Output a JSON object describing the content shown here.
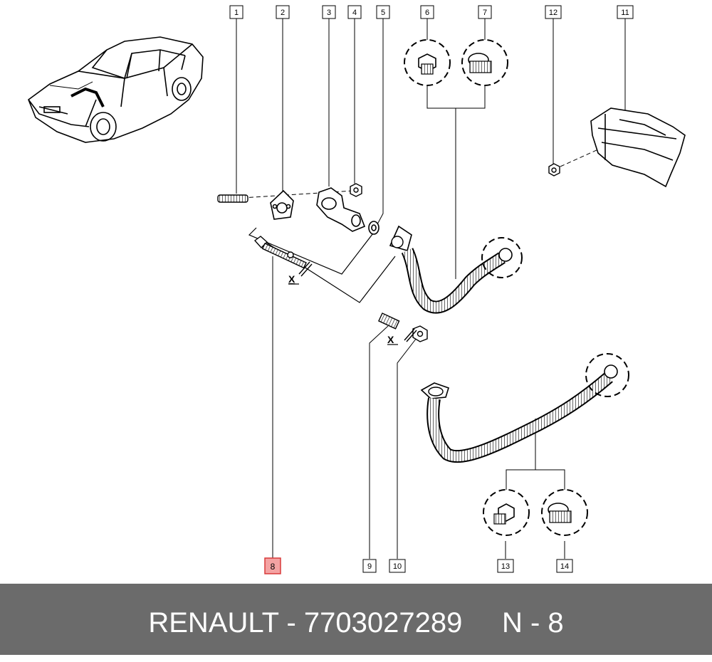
{
  "footer": {
    "label": "RENAULT - 7703027289     N - 8"
  },
  "callouts": [
    "1",
    "2",
    "3",
    "4",
    "5",
    "6",
    "7",
    "12",
    "11",
    "8",
    "9",
    "10",
    "13",
    "14"
  ],
  "highlighted_callout": "8",
  "annotations": [
    "X",
    "X"
  ],
  "colors": {
    "footer_background": "#6b6b6b",
    "footer_text": "#ffffff",
    "highlight_box": "#f4a3a3",
    "highlight_border": "#d83a3a",
    "line_art": "#000000"
  }
}
